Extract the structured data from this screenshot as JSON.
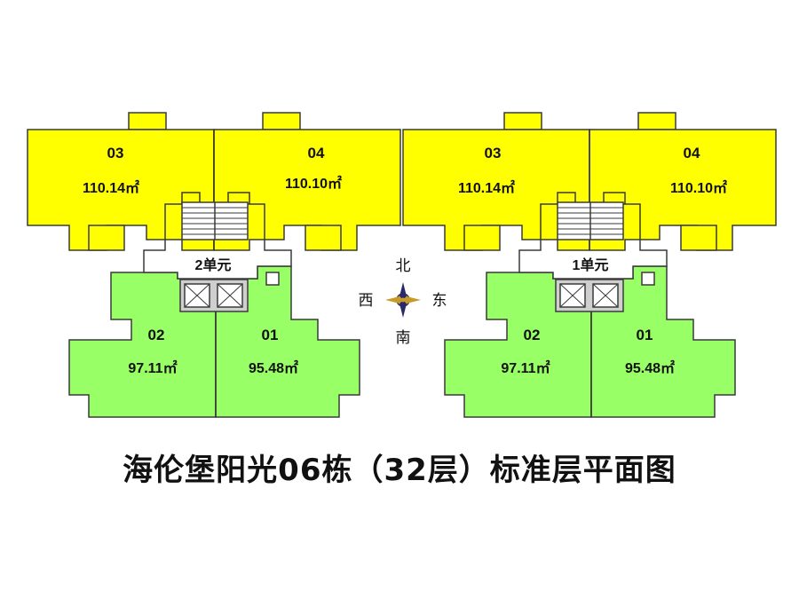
{
  "title": "海伦堡阳光06栋（32层）标准层平面图",
  "colors": {
    "upper_units": "#ffff00",
    "lower_units": "#99ff66",
    "core": "#ffffff"
  },
  "compass": {
    "north": "北",
    "south": "南",
    "east": "东",
    "west": "西",
    "icon": "compass-rose-icon"
  },
  "units_block": [
    {
      "label": "2单元",
      "rooms": [
        {
          "no": "03",
          "area": "110.14㎡"
        },
        {
          "no": "04",
          "area": "110.10㎡"
        },
        {
          "no": "02",
          "area": "97.11㎡"
        },
        {
          "no": "01",
          "area": "95.48㎡"
        }
      ]
    },
    {
      "label": "1单元",
      "rooms": [
        {
          "no": "03",
          "area": "110.14㎡"
        },
        {
          "no": "04",
          "area": "110.10㎡"
        },
        {
          "no": "02",
          "area": "97.11㎡"
        },
        {
          "no": "01",
          "area": "95.48㎡"
        }
      ]
    }
  ]
}
